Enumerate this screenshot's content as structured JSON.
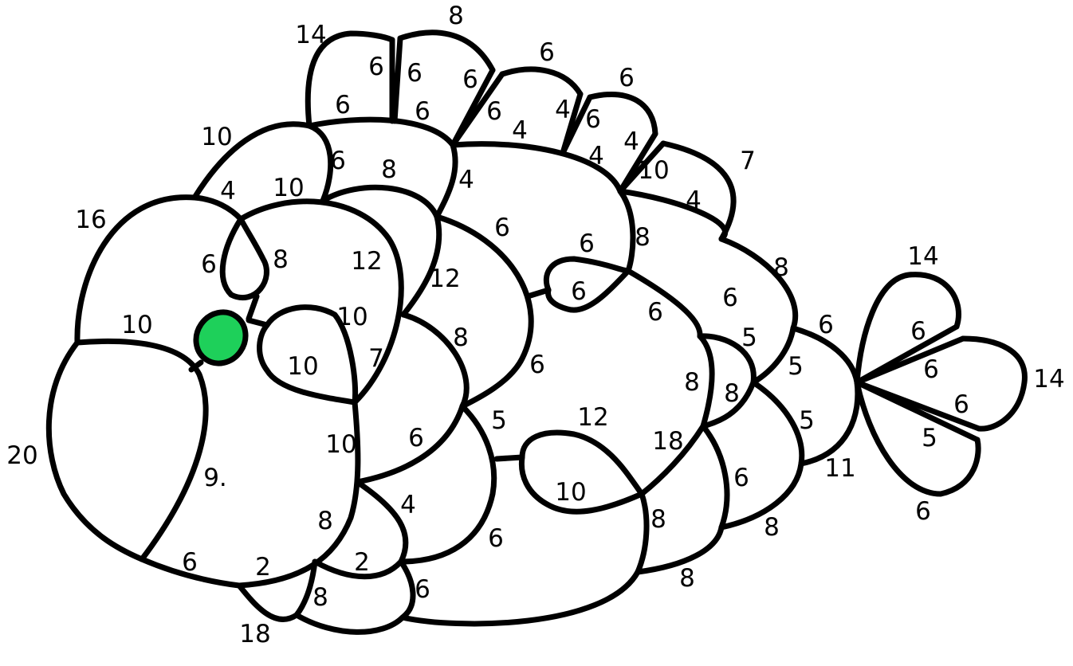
{
  "colors": {
    "stroke": "#000000",
    "background": "#ffffff",
    "eye": "#1ed05a"
  },
  "labels": [
    "14",
    "8",
    "6",
    "6",
    "6",
    "6",
    "6",
    "6",
    "6",
    "4",
    "4",
    "6",
    "6",
    "4",
    "4",
    "10",
    "10",
    "6",
    "4",
    "7",
    "8",
    "4",
    "10",
    "6",
    "6",
    "8",
    "16",
    "4",
    "6",
    "8",
    "12",
    "8",
    "12",
    "10",
    "10",
    "6",
    "6",
    "6",
    "8",
    "6",
    "5",
    "8",
    "5",
    "7",
    "8",
    "10",
    "5",
    "5",
    "6",
    "6",
    "14",
    "12",
    "6",
    "6",
    "14",
    "20",
    "18",
    "9.",
    "6",
    "10",
    "5",
    "10",
    "11",
    "6",
    "6",
    "4",
    "8",
    "6",
    "8",
    "8",
    "6",
    "2",
    "2",
    "8",
    "6",
    "8",
    "18"
  ]
}
